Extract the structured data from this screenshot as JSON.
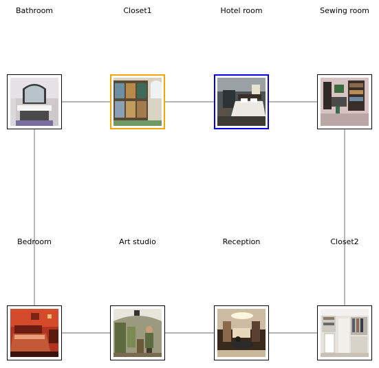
{
  "diagram": {
    "connector_color": "#888888",
    "rooms": [
      {
        "id": "bathroom",
        "label": "Bathroom",
        "image": "bathroom-photo",
        "highlight": ""
      },
      {
        "id": "closet1",
        "label": "Closet1",
        "image": "closet-photo",
        "highlight": "orange"
      },
      {
        "id": "hotel-room",
        "label": "Hotel room",
        "image": "hotel-room-photo",
        "highlight": "blue"
      },
      {
        "id": "sewing-room",
        "label": "Sewing room",
        "image": "sewing-room-photo",
        "highlight": ""
      },
      {
        "id": "bedroom",
        "label": "Bedroom",
        "image": "bedroom-photo",
        "highlight": ""
      },
      {
        "id": "art-studio",
        "label": "Art studio",
        "image": "art-studio-photo",
        "highlight": ""
      },
      {
        "id": "reception",
        "label": "Reception",
        "image": "reception-photo",
        "highlight": ""
      },
      {
        "id": "closet2",
        "label": "Closet2",
        "image": "walk-in-closet-photo",
        "highlight": ""
      }
    ],
    "highlight_colors": {
      "orange": "#f5a300",
      "blue": "#0000ee"
    },
    "connections": [
      [
        "bathroom",
        "closet1"
      ],
      [
        "closet1",
        "hotel-room"
      ],
      [
        "hotel-room",
        "sewing-room"
      ],
      [
        "bathroom",
        "bedroom"
      ],
      [
        "sewing-room",
        "closet2"
      ],
      [
        "bedroom",
        "art-studio"
      ],
      [
        "art-studio",
        "reception"
      ],
      [
        "reception",
        "closet2"
      ]
    ]
  }
}
